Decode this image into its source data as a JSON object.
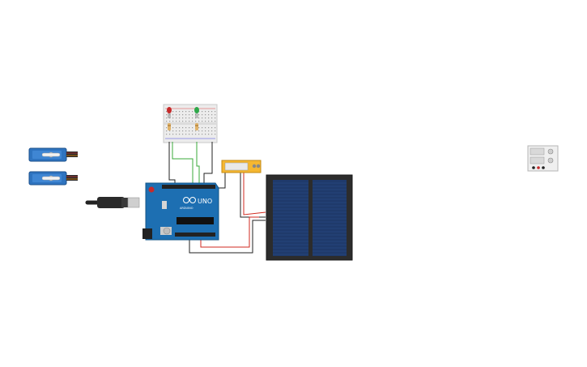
{
  "app": {
    "view": "circuit-editor-canvas"
  },
  "components": {
    "arduino": {
      "label": "UNO",
      "brand": "ARDUINO",
      "board_color": "#1d6fb2"
    },
    "breadboard": {
      "leds": [
        "red",
        "green"
      ]
    },
    "servos": [
      {
        "color": "#2f74c0"
      },
      {
        "color": "#2f74c0"
      }
    ],
    "solar_panel": {
      "cell_color": "#1f3a6b"
    },
    "power_supply": {}
  },
  "wires": {
    "colors": {
      "red": "#d12a1f",
      "black": "#222222",
      "green": "#3aa83a"
    }
  },
  "colors": {
    "background": "#ffffff",
    "accent": "#f5b731"
  }
}
